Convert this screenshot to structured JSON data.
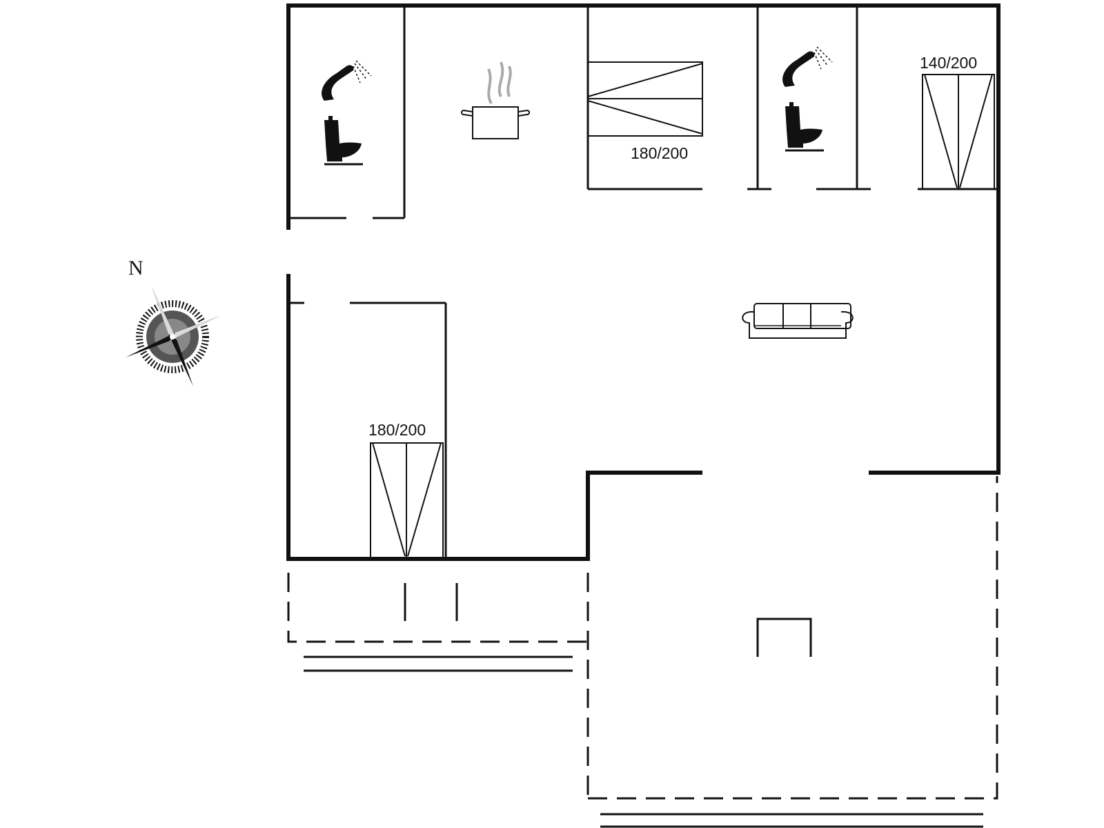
{
  "compass": {
    "north_label": "N"
  },
  "beds": [
    {
      "label": "180/200"
    },
    {
      "label": "140/200"
    },
    {
      "label": "180/200"
    }
  ],
  "icons": {
    "bathroom_1": [
      "shower-icon",
      "toilet-icon"
    ],
    "kitchen": [
      "cooking-pot-icon"
    ],
    "bathroom_2": [
      "shower-icon",
      "toilet-icon"
    ],
    "living_room": [
      "sofa-icon"
    ],
    "outside": [
      "compass-rose-icon"
    ]
  }
}
